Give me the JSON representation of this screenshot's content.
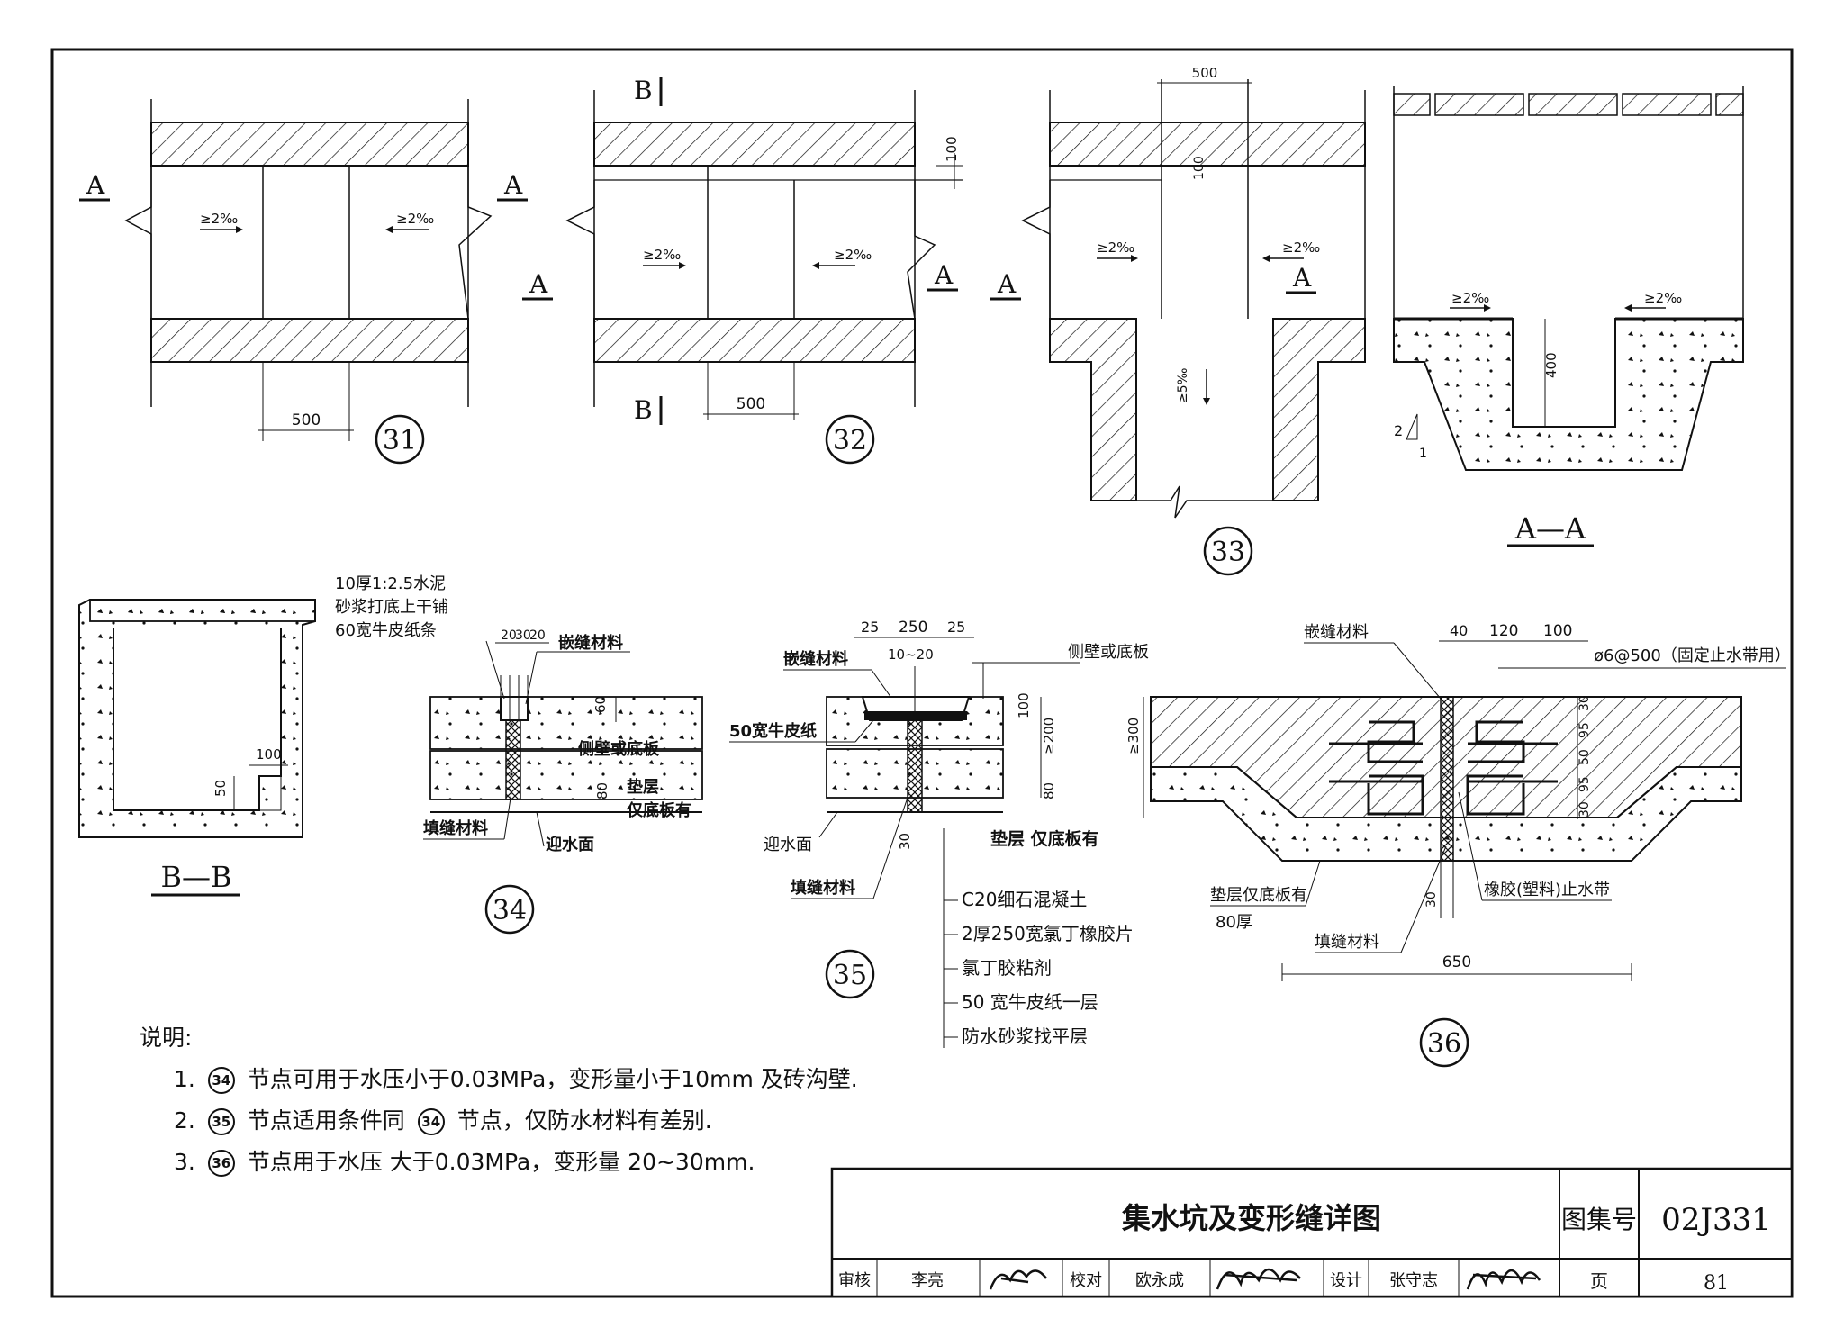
{
  "frame": {
    "border_color": "#111111"
  },
  "detail31": {
    "number": "31",
    "label_a_left": "A",
    "label_a_right": "A",
    "slope_left": "≥2‰",
    "slope_right": "≥2‰",
    "dim": "500"
  },
  "detail32": {
    "number": "32",
    "label_b_top": "B",
    "label_b_bottom": "B",
    "label_a_left": "A",
    "label_a_right": "A",
    "slope_left": "≥2‰",
    "slope_right": "≥2‰",
    "dim_bottom": "500",
    "dim_side": "100"
  },
  "detail33": {
    "number": "33",
    "label_a_left": "A",
    "label_a_right": "A",
    "slope_left": "≥2‰",
    "slope_right": "≥2‰",
    "dim_top": "500",
    "dim_side": "100",
    "slope_pit": "≥5‰"
  },
  "section_aa": {
    "label": "A—A",
    "slope_left": "≥2‰",
    "slope_right": "≥2‰",
    "dim_depth": "400",
    "ratio_v": "2",
    "ratio_h": "1"
  },
  "section_bb": {
    "label": "B—B",
    "dim_100": "100",
    "dim_50": "50"
  },
  "detail34": {
    "number": "34",
    "note_line1": "10厚1:2.5水泥",
    "note_line2": "砂浆打底上干铺",
    "note_line3": "60宽牛皮纸条",
    "dim_top": "20",
    "dim_top2": "30",
    "dim_top3": "20",
    "label_caulk": "嵌缝材料",
    "label_wall": "侧壁或底板",
    "label_cushion": "垫层",
    "label_bottom_only": "仅底板有",
    "label_fill": "填缝材料",
    "label_water": "迎水面",
    "dim_60": "60",
    "dim_80": "80"
  },
  "detail35": {
    "number": "35",
    "dim_25a": "25",
    "dim_250": "250",
    "dim_25b": "25",
    "dim_1020": "10~20",
    "label_caulk": "嵌缝材料",
    "label_kraft": "50宽牛皮纸",
    "label_wall": "侧壁或底板",
    "label_water": "迎水面",
    "label_fill": "填缝材料",
    "label_cushion": "垫层 仅底板有",
    "dim_100": "100",
    "dim_200": "≥200",
    "dim_80": "80",
    "dim_30": "30",
    "layers": [
      "C20细石混凝土",
      "2厚250宽氯丁橡胶片",
      "氯丁胶粘剂",
      "50 宽牛皮纸一层",
      "防水砂浆找平层"
    ]
  },
  "detail36": {
    "number": "36",
    "label_caulk": "嵌缝材料",
    "dim_40": "40",
    "dim_120": "120",
    "dim_100": "100",
    "label_anchor": "ø6@500（固定止水带用）",
    "dim_300": "≥300",
    "dim_30": "30",
    "dim_95a": "95",
    "dim_50": "50",
    "dim_95b": "95",
    "dim_30b": "30",
    "label_cushion": "垫层仅底板有",
    "label_80": "80厚",
    "label_waterstop": "橡胶(塑料)止水带",
    "label_fill": "填缝材料",
    "dim_30c": "30",
    "dim_650": "650"
  },
  "notes": {
    "title": "说明:",
    "items": [
      {
        "num": "1.",
        "ref": "34",
        "text": "节点可用于水压小于0.03MPa，变形量小于10mm 及砖沟壁."
      },
      {
        "num": "2.",
        "ref": "35",
        "text": "节点适用条件同",
        "ref2": "34",
        "text2": "节点，仅防水材料有差别."
      },
      {
        "num": "3.",
        "ref": "36",
        "text": "节点用于水压 大于0.03MPa，变形量 20~30mm."
      }
    ]
  },
  "title_block": {
    "title": "集水坑及变形缝详图",
    "atlas_label": "图集号",
    "atlas_no": "02J331",
    "review_label": "审核",
    "review_name": "李亮",
    "check_label": "校对",
    "check_name": "欧永成",
    "design_label": "设计",
    "design_name": "张守志",
    "page_label": "页",
    "page_no": "81"
  }
}
